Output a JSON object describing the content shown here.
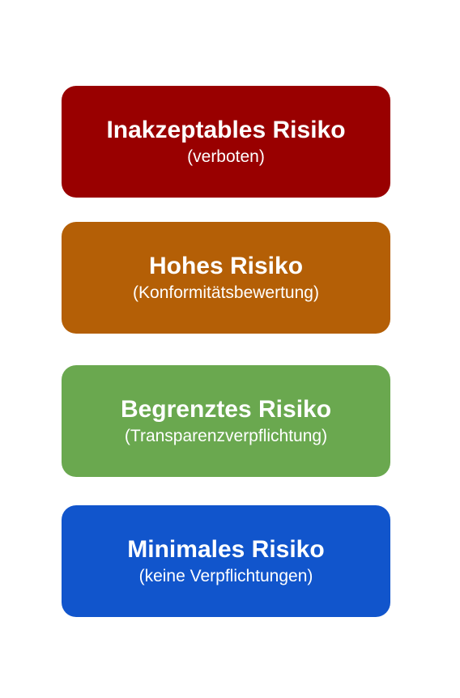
{
  "levels": [
    {
      "title": "Inakzeptables Risiko",
      "subtitle": "(verboten)",
      "color": "#990000"
    },
    {
      "title": "Hohes Risiko",
      "subtitle": "(Konformitätsbewertung)",
      "color": "#b45f06"
    },
    {
      "title": "Begrenztes Risiko",
      "subtitle": "(Transparenzverpflichtung)",
      "color": "#6aa84f"
    },
    {
      "title": "Minimales Risiko",
      "subtitle": "(keine Verpflichtungen)",
      "color": "#1155cc"
    }
  ]
}
